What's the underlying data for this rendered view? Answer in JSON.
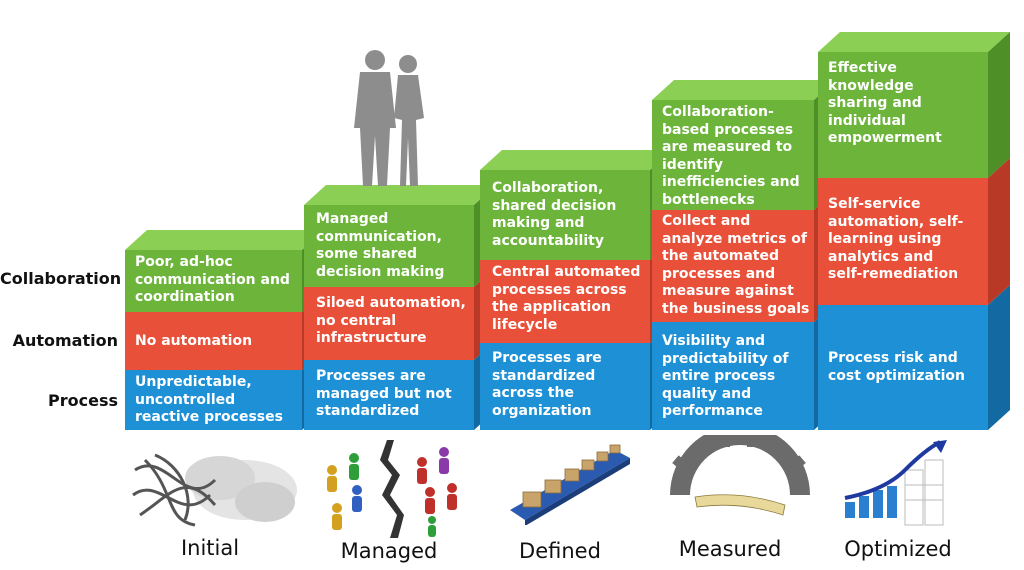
{
  "row_labels": {
    "collaboration": "Collaboration",
    "automation": "Automation",
    "process": "Process"
  },
  "stages": [
    {
      "name": "Initial",
      "collaboration": "Poor, ad-hoc\ncommunication and\ncoordination",
      "automation": "No automation",
      "process": "Unpredictable,\nuncontrolled\nreactive processes",
      "image_icon": "tangled-cables-cloud-icon"
    },
    {
      "name": "Managed",
      "collaboration": "Managed\ncommunication,\nsome shared\ndecision making",
      "automation": "Siloed automation,\nno central\ninfrastructure",
      "process": "Processes are\nmanaged but not\nstandardized",
      "image_icon": "divided-people-crack-icon"
    },
    {
      "name": "Defined",
      "collaboration": "Collaboration,\nshared decision\nmaking and\naccountability",
      "automation": "Central automated\nprocesses across\nthe application\nlifecycle",
      "process": "Processes are\nstandardized\nacross the\norganization",
      "image_icon": "conveyor-boxes-icon"
    },
    {
      "name": "Measured",
      "collaboration": "Collaboration-\nbased processes\nare measured to\nidentify\ninefficiencies and\nbottlenecks",
      "automation": "Collect and\nanalyze metrics of\nthe automated\nprocesses and\nmeasure against\nthe business goals",
      "process": "Visibility and\npredictability of\nentire process\nquality and\nperformance",
      "image_icon": "gear-measuring-tape-icon"
    },
    {
      "name": "Optimized",
      "collaboration": "Effective\nknowledge\nsharing and\nindividual\nempowerment",
      "automation": "Self-service\nautomation, self-\nlearning using\nanalytics and\nself-remediation",
      "process": "Process risk and\ncost optimization",
      "image_icon": "growth-bar-chart-arrow-icon"
    }
  ],
  "colors": {
    "green": "#6cb43a",
    "green_top": "#8ccf55",
    "green_side": "#4f8f28",
    "red": "#e8503a",
    "red_side": "#b83a26",
    "blue": "#1e90d6",
    "blue_side": "#136aa3"
  },
  "figure_icon": "businesspeople-silhouette-icon"
}
